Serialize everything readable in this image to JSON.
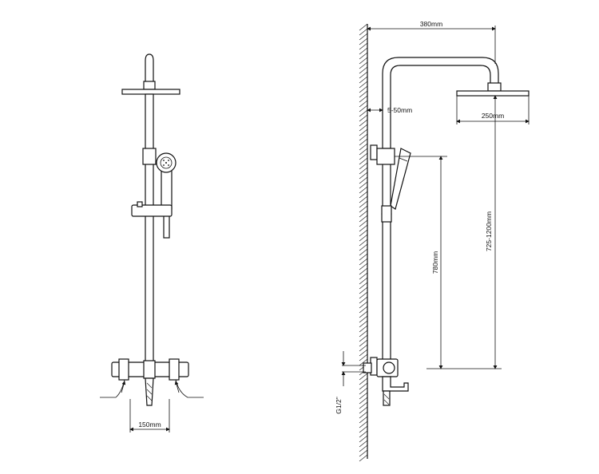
{
  "dimensions": {
    "arm_length": "380mm",
    "wall_offset": "5-50mm",
    "head_diameter": "250mm",
    "bar_adjust": "725-1200mm",
    "slide_height": "780mm",
    "inlet_spacing": "150mm",
    "inlet_thread": "G1/2\""
  }
}
